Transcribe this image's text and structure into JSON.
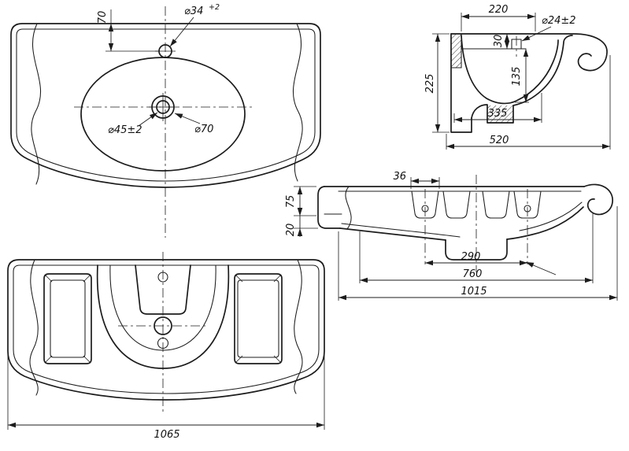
{
  "style": {
    "line_color": "#1c1c1c",
    "background": "#ffffff"
  },
  "drawing": {
    "top_view": {
      "dim_faucet_offset": "70",
      "dim_faucet_hole": "⌀34",
      "dim_faucet_hole_tol": "+2",
      "dim_drain_inner": "⌀45±2",
      "dim_drain_outer": "⌀70"
    },
    "side_view": {
      "dim_top_depth": "220",
      "dim_overflow_drop": "30",
      "dim_overflow_hole": "⌀24±2",
      "dim_height": "225",
      "dim_basin_depth": "135",
      "dim_basin_bottom": "335",
      "dim_total_depth": "520"
    },
    "front_view": {
      "dim_slot_width": "36",
      "dim_rim_height": "75",
      "dim_lip_height": "20",
      "dim_drain_span": "290",
      "dim_mount_span": "760",
      "dim_total_width": "1015"
    },
    "bottom_view": {
      "dim_total_width": "1065"
    }
  }
}
